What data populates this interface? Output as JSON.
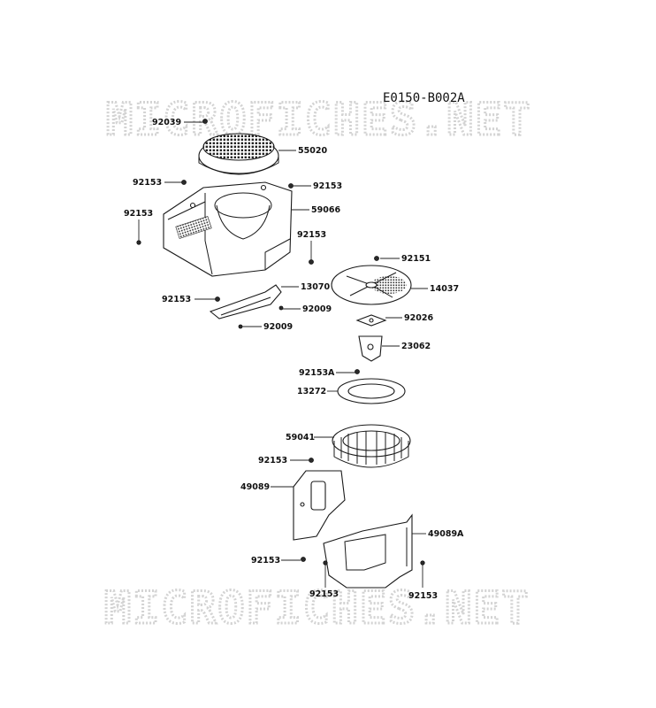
{
  "diagram_code": "E0150-B002A",
  "watermark": "MICROFICHES.NET",
  "callouts": [
    {
      "id": "c1",
      "label": "92039"
    },
    {
      "id": "c2",
      "label": "55020"
    },
    {
      "id": "c3",
      "label": "92153"
    },
    {
      "id": "c4",
      "label": "92153"
    },
    {
      "id": "c5",
      "label": "59066"
    },
    {
      "id": "c6",
      "label": "92153"
    },
    {
      "id": "c7",
      "label": "92153"
    },
    {
      "id": "c8",
      "label": "92151"
    },
    {
      "id": "c9",
      "label": "13070"
    },
    {
      "id": "c10",
      "label": "14037"
    },
    {
      "id": "c11",
      "label": "92153"
    },
    {
      "id": "c12",
      "label": "92009"
    },
    {
      "id": "c13",
      "label": "92026"
    },
    {
      "id": "c14",
      "label": "92009"
    },
    {
      "id": "c15",
      "label": "23062"
    },
    {
      "id": "c16",
      "label": "92153A"
    },
    {
      "id": "c17",
      "label": "13272"
    },
    {
      "id": "c18",
      "label": "59041"
    },
    {
      "id": "c19",
      "label": "92153"
    },
    {
      "id": "c20",
      "label": "49089"
    },
    {
      "id": "c21",
      "label": "49089A"
    },
    {
      "id": "c22",
      "label": "92153"
    },
    {
      "id": "c23",
      "label": "92153"
    },
    {
      "id": "c24",
      "label": "92153"
    }
  ]
}
